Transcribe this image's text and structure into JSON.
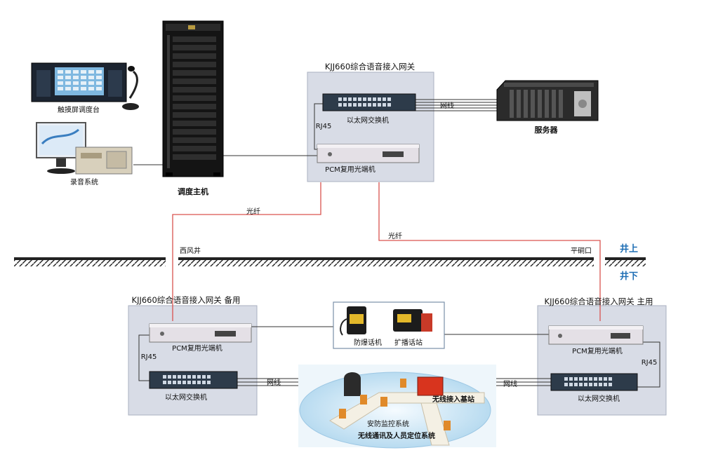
{
  "devices": {
    "touch_console": "触摸屏调度台",
    "recording_system": "录音系统",
    "dispatch_host": "调度主机",
    "server": "服务器"
  },
  "gateway_top": {
    "title": "KJJ660综合语音接入网关",
    "switch": "以太网交换机",
    "pcm": "PCM复用光端机",
    "rj45": "RJ45"
  },
  "gateway_left": {
    "title": "KJJ660综合语音接入网关  备用",
    "pcm": "PCM复用光端机",
    "switch": "以太网交换机",
    "rj45": "RJ45"
  },
  "gateway_right": {
    "title": "KJJ660综合语音接入网关  主用",
    "pcm": "PCM复用光端机",
    "switch": "以太网交换机",
    "rj45": "RJ45"
  },
  "links": {
    "network_top": "网线",
    "fiber_left": "光纤",
    "fiber_right": "光纤",
    "network_left": "网线",
    "network_right": "网线"
  },
  "ground": {
    "west_shaft": "西风井",
    "adit": "平硐口",
    "above": "井上",
    "below": "井下"
  },
  "phones": {
    "explosion_proof": "防爆话机",
    "broadcast": "扩播话站"
  },
  "wireless": {
    "base_station": "无线接入基站",
    "security": "安防监控系统",
    "positioning": "无线通讯及人员定位系统"
  },
  "colors": {
    "fiber": "#d9534f",
    "gateway_panel": "#d8dce6",
    "label_blue": "#1f6fb5"
  }
}
